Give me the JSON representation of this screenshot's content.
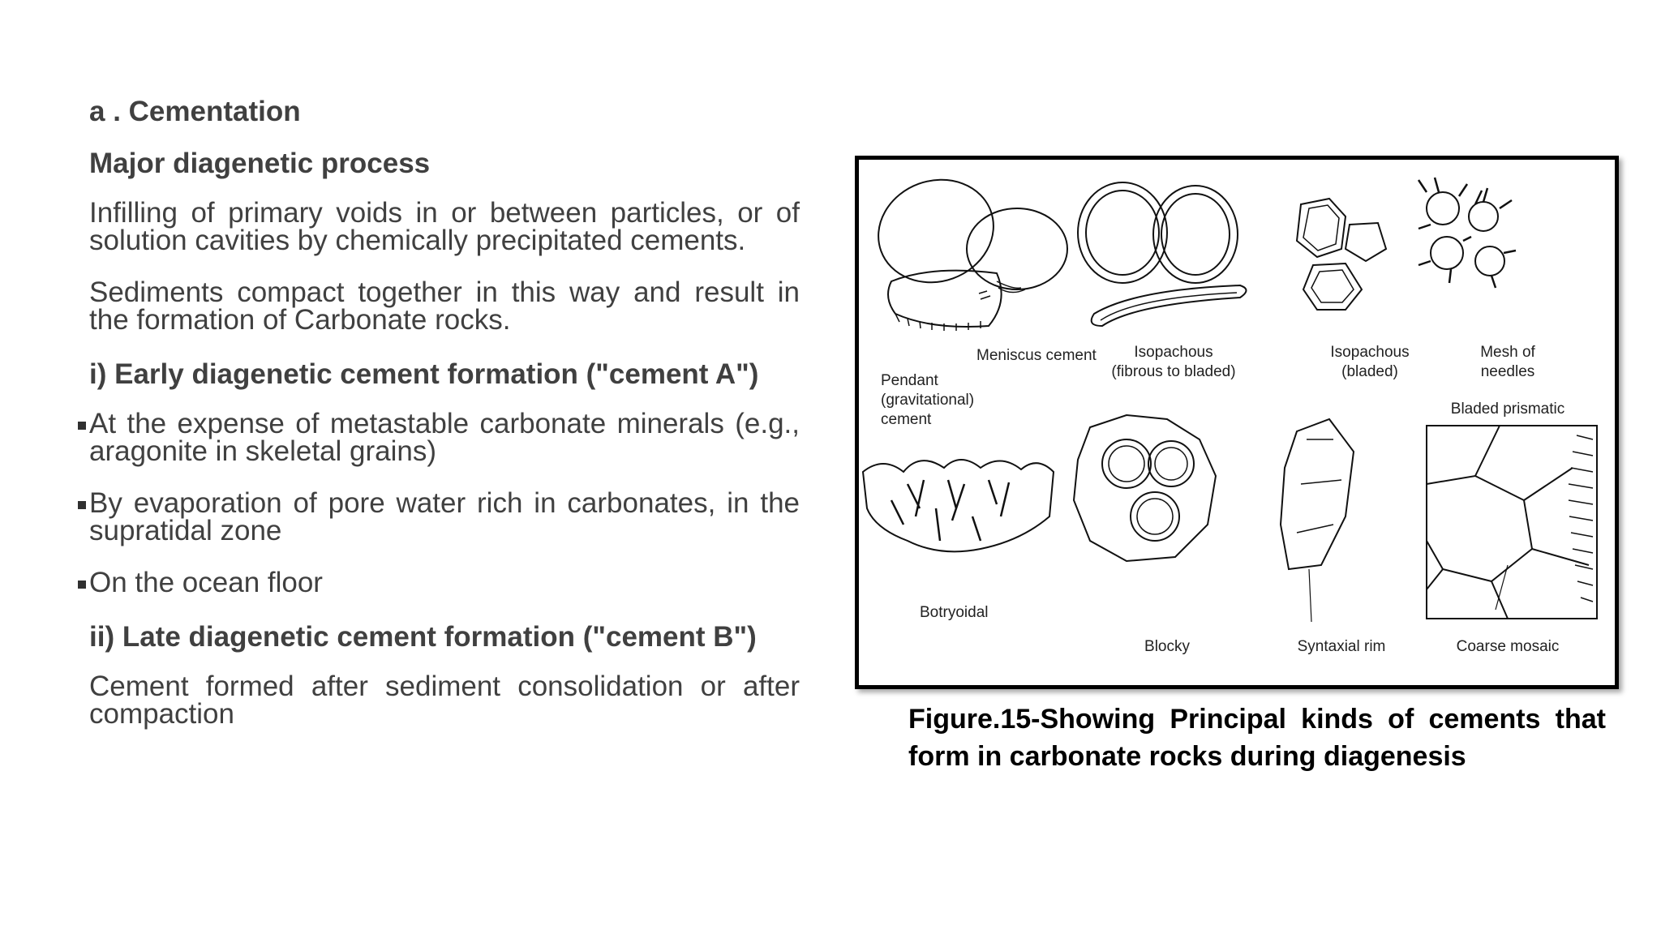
{
  "heading": "a . Cementation",
  "subheading": "Major diagenetic process",
  "para1": "Infilling of primary voids in or between particles, or of solution cavities by chemically precipitated cements.",
  "para2": "Sediments compact together in this way and result in the formation of Carbonate rocks.",
  "early_heading": "i) Early diagenetic cement formation (\"cement A\")",
  "bullets": [
    "At the expense of metastable carbonate minerals (e.g., aragonite in skeletal grains)",
    "By evaporation of pore water rich in carbonates, in the supratidal zone",
    "On the ocean floor"
  ],
  "late_heading": "ii) Late diagenetic cement formation (\"cement B\")",
  "late_text": "Cement formed after sediment consolidation or after compaction",
  "figure": {
    "labels": {
      "pendant": [
        "Pendant",
        "(gravitational)",
        "cement"
      ],
      "meniscus": "Meniscus cement",
      "isopachous_fibrous": [
        "Isopachous",
        "(fibrous to bladed)"
      ],
      "isopachous_bladed": [
        "Isopachous",
        "(bladed)"
      ],
      "mesh": [
        "Mesh of",
        "needles"
      ],
      "bladed_prismatic": "Bladed prismatic",
      "botryoidal": "Botryoidal",
      "blocky": "Blocky",
      "syntaxial": "Syntaxial rim",
      "coarse_mosaic": "Coarse mosaic"
    }
  },
  "caption": "Figure.15-Showing Principal kinds of cements that form in carbonate rocks during diagenesis"
}
